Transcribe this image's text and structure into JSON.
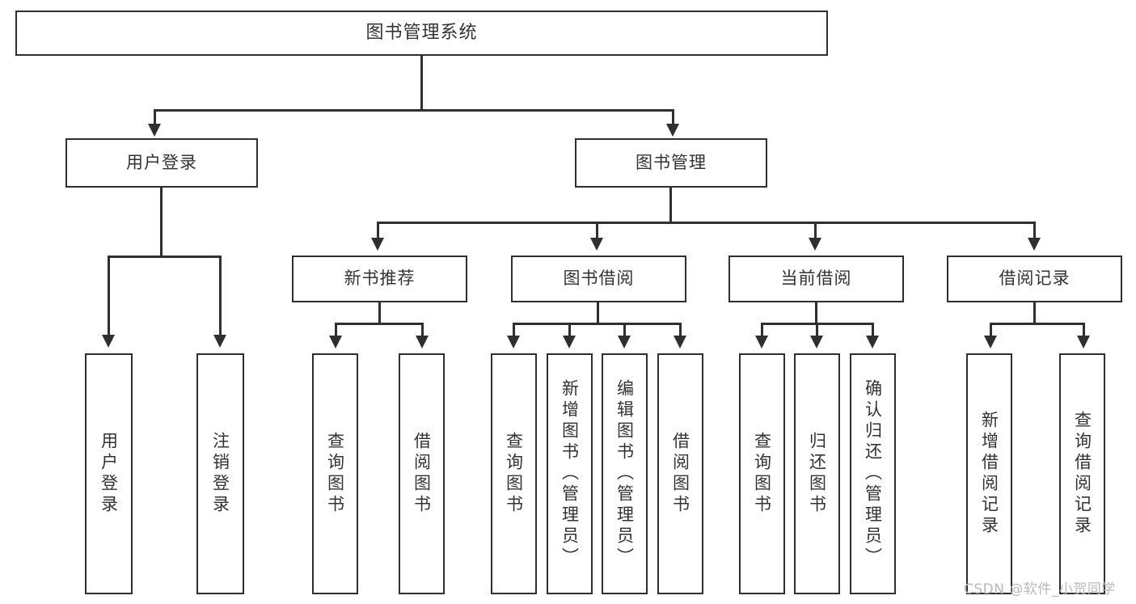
{
  "diagram": {
    "title": "图书管理系统",
    "type": "tree-hierarchy",
    "root": {
      "label": "图书管理系统"
    },
    "level2": [
      {
        "label": "用户登录"
      },
      {
        "label": "图书管理"
      }
    ],
    "level3": [
      {
        "label": "新书推荐"
      },
      {
        "label": "图书借阅"
      },
      {
        "label": "当前借阅"
      },
      {
        "label": "借阅记录"
      }
    ],
    "leaves": {
      "user_login": [
        {
          "label": "用户登录"
        },
        {
          "label": "注销登录"
        }
      ],
      "new_book_recommend": [
        {
          "label": "查询图书"
        },
        {
          "label": "借阅图书"
        }
      ],
      "book_borrow": [
        {
          "label": "查询图书"
        },
        {
          "label": "新增图书（管理员）"
        },
        {
          "label": "编辑图书（管理员）"
        },
        {
          "label": "借阅图书"
        }
      ],
      "current_borrow": [
        {
          "label": "查询图书"
        },
        {
          "label": "归还图书"
        },
        {
          "label": "确认归还（管理员）"
        }
      ],
      "borrow_record": [
        {
          "label": "新增借阅记录"
        },
        {
          "label": "查询借阅记录"
        }
      ]
    }
  },
  "watermark": {
    "text": "CSDN @软件_小贺同学"
  },
  "colors": {
    "stroke": "#2f2f2f",
    "text": "#333333",
    "background": "#ffffff",
    "watermark": "#b9b9b9"
  }
}
